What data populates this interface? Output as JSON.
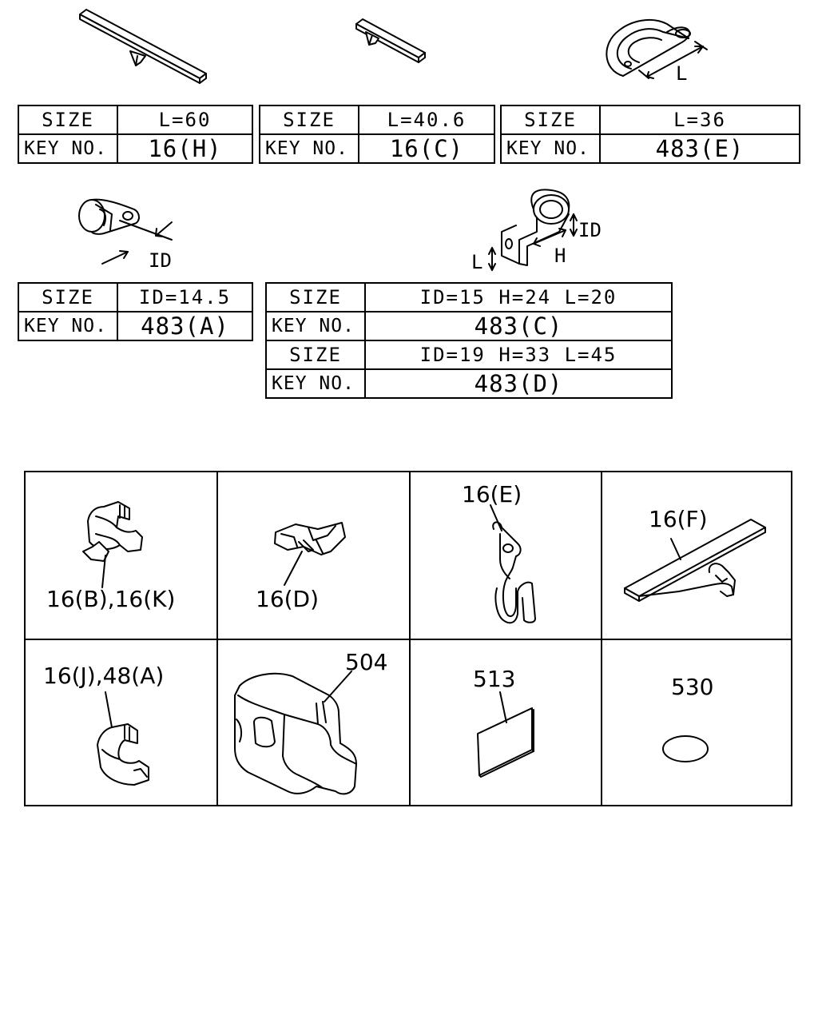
{
  "size_tables": [
    {
      "size_label": "SIZE",
      "size_value": "L=60",
      "key_label": "KEY NO.",
      "key_value": "16(H)"
    },
    {
      "size_label": "SIZE",
      "size_value": "L=40.6",
      "key_label": "KEY NO.",
      "key_value": "16(C)"
    },
    {
      "size_label": "SIZE",
      "size_value": "L=36",
      "key_label": "KEY NO.",
      "key_value": "483(E)"
    },
    {
      "size_label": "SIZE",
      "size_value": "ID=14.5",
      "key_label": "KEY NO.",
      "key_value": "483(A)"
    }
  ],
  "multi_table": {
    "rows": [
      {
        "size_label": "SIZE",
        "size_value": "ID=15 H=24 L=20",
        "key_label": "KEY NO.",
        "key_value": "483(C)"
      },
      {
        "size_label": "SIZE",
        "size_value": "ID=19 H=33 L=45",
        "key_label": "KEY NO.",
        "key_value": "483(D)"
      }
    ]
  },
  "dimension_labels": {
    "l_clip": "L",
    "id_clamp": "ID",
    "id_bracket": "ID",
    "h_bracket": "H",
    "l_bracket": "L"
  },
  "part_labels": {
    "b_k": "16(B),16(K)",
    "d": "16(D)",
    "e": "16(E)",
    "f": "16(F)",
    "j_a": "16(J),48(A)",
    "p504": "504",
    "p513": "513",
    "p530": "530"
  }
}
